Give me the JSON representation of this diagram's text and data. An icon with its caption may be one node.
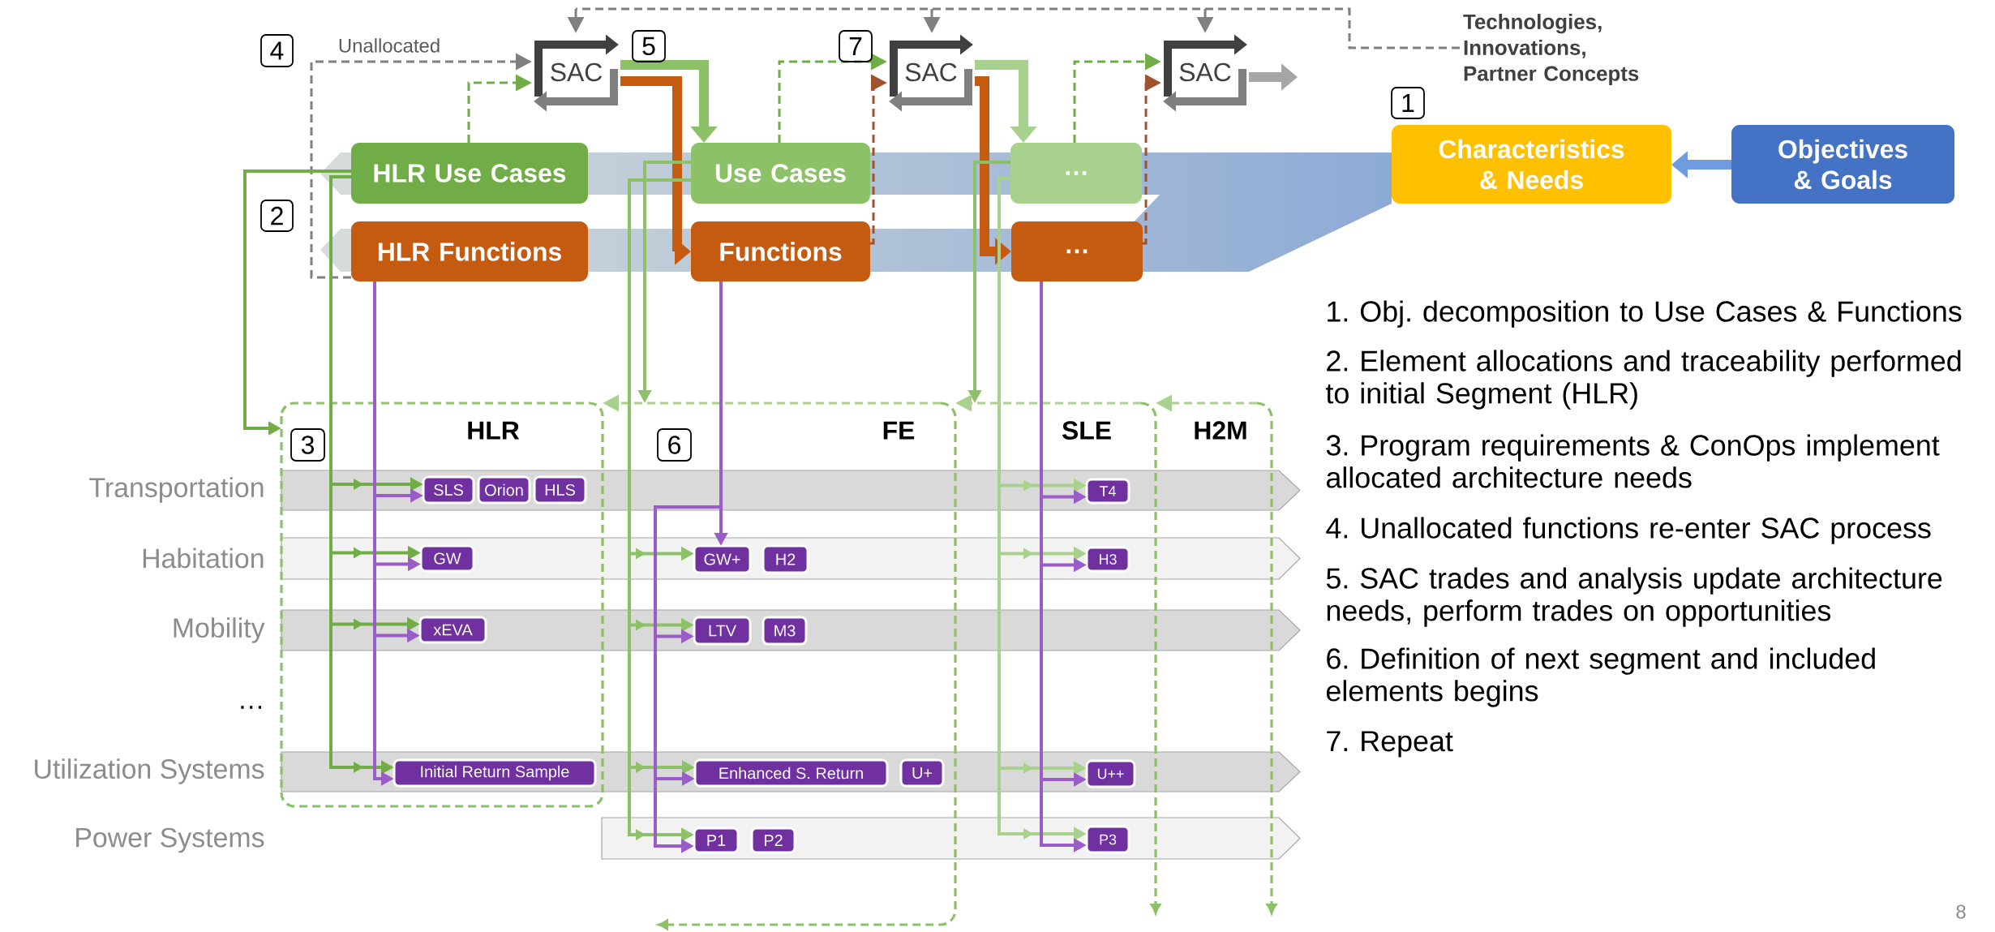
{
  "diagram": {
    "nodes": [
      {
        "text": [
          "HLR Use Cases"
        ]
      },
      {
        "text": [
          "HLR Functions"
        ]
      },
      {
        "text": [
          "Use Cases"
        ]
      },
      {
        "text": [
          "Functions"
        ]
      },
      {
        "text": [
          "…"
        ]
      },
      {
        "text": [
          "…"
        ]
      },
      {
        "text": [
          "Characteristics & Needs"
        ],
        "beside": [
          "1"
        ]
      },
      {
        "text": [
          "Objectives & Goals"
        ]
      },
      {
        "text": [
          "SAC"
        ]
      },
      {
        "text": [
          "SAC"
        ]
      },
      {
        "text": [
          "SAC"
        ]
      },
      {
        "text": [
          "Technologies, Innovations, Partner Concepts"
        ]
      },
      {
        "text": [
          "HLR"
        ]
      },
      {
        "text": [
          "FE"
        ]
      },
      {
        "text": [
          "SLE"
        ]
      },
      {
        "text": [
          "H2M"
        ]
      },
      {
        "text": [
          "SLS"
        ],
        "in": 12
      },
      {
        "text": [
          "Orion"
        ],
        "in": 12
      },
      {
        "text": [
          "HLS"
        ],
        "in": 12
      },
      {
        "text": [
          "GW"
        ],
        "in": 12
      },
      {
        "text": [
          "xEVA"
        ],
        "in": 12
      },
      {
        "text": [
          "Initial Return Sample"
        ],
        "in": 12
      },
      {
        "text": [
          "GW+"
        ],
        "in": 13
      },
      {
        "text": [
          "H2"
        ],
        "in": 13
      },
      {
        "text": [
          "LTV"
        ],
        "in": 13
      },
      {
        "text": [
          "M3"
        ],
        "in": 13
      },
      {
        "text": [
          "Enhanced S. Return"
        ],
        "in": 13
      },
      {
        "text": [
          "U+"
        ],
        "in": 13
      },
      {
        "text": [
          "P1"
        ],
        "in": 13
      },
      {
        "text": [
          "P2"
        ],
        "in": 13
      },
      {
        "text": [
          "T4"
        ],
        "in": 14
      },
      {
        "text": [
          "H3"
        ],
        "in": 14
      },
      {
        "text": [
          "U++"
        ],
        "in": 14
      },
      {
        "text": [
          "P3"
        ],
        "in": 14
      }
    ],
    "edges": [
      {
        "from": 7,
        "to": 6,
        "arrow": "to",
        "style": "thick",
        "color": "#6f9be0"
      },
      {
        "from": 11,
        "to": 8,
        "arrow": "to",
        "style": "dashed",
        "color": "#808080"
      },
      {
        "from": 11,
        "to": 9,
        "arrow": "to",
        "style": "dashed",
        "color": "#808080"
      },
      {
        "from": 11,
        "to": 10,
        "arrow": "to",
        "style": "dashed",
        "color": "#808080"
      },
      {
        "from": 1,
        "to": 8,
        "arrow": "to",
        "style": "dashed",
        "color": "#808080",
        "label": "Unallocated"
      },
      {
        "from": 0,
        "to": 8,
        "arrow": "to",
        "style": "dashed",
        "color": "#70ad47"
      },
      {
        "from": 2,
        "to": 9,
        "arrow": "to",
        "style": "dashed",
        "color": "#70ad47"
      },
      {
        "from": 3,
        "to": 9,
        "arrow": "to",
        "style": "dashed",
        "color": "#a0522d"
      },
      {
        "from": 4,
        "to": 10,
        "arrow": "to",
        "style": "dashed",
        "color": "#70ad47"
      },
      {
        "from": 5,
        "to": 10,
        "arrow": "to",
        "style": "dashed",
        "color": "#a0522d"
      },
      {
        "from": 8,
        "to": 2,
        "arrow": "to",
        "style": "thick",
        "color": "#8cc168"
      },
      {
        "from": 8,
        "to": 3,
        "arrow": "to",
        "style": "thick",
        "color": "#c55a11"
      },
      {
        "from": 9,
        "to": 4,
        "arrow": "to",
        "style": "thick",
        "color": "#a9d18e"
      },
      {
        "from": 9,
        "to": 5,
        "arrow": "to",
        "style": "thick",
        "color": "#c55a11"
      },
      {
        "from": 10,
        "to": null,
        "arrow": "to",
        "style": "thick",
        "color": "#a6a6a6"
      },
      {
        "from": 0,
        "to": 12,
        "arrow": "to",
        "color": "#70ad47"
      },
      {
        "from": 2,
        "to": 13,
        "arrow": "to",
        "color": "#8cc168"
      },
      {
        "from": 4,
        "to": 14,
        "arrow": "to",
        "color": "#8cc168"
      },
      {
        "from": 13,
        "to": 12,
        "arrow": "to",
        "style": "dashed",
        "color": "#a9d18e"
      },
      {
        "from": 14,
        "to": 13,
        "arrow": "to",
        "style": "dashed",
        "color": "#a9d18e"
      },
      {
        "from": 15,
        "to": 14,
        "arrow": "to",
        "style": "dashed",
        "color": "#a9d18e"
      },
      {
        "from": 0,
        "to": 16,
        "arrow": "to",
        "color": "#70ad47"
      },
      {
        "from": 0,
        "to": 19,
        "arrow": "to",
        "color": "#70ad47"
      },
      {
        "from": 0,
        "to": 20,
        "arrow": "to",
        "color": "#70ad47"
      },
      {
        "from": 0,
        "to": 21,
        "arrow": "to",
        "color": "#70ad47"
      },
      {
        "from": 1,
        "to": 16,
        "arrow": "to"
      },
      {
        "from": 1,
        "to": 19,
        "arrow": "to"
      },
      {
        "from": 1,
        "to": 20,
        "arrow": "to"
      },
      {
        "from": 1,
        "to": 21,
        "arrow": "to"
      },
      {
        "from": 2,
        "to": 22,
        "arrow": "to",
        "color": "#8cc168"
      },
      {
        "from": 2,
        "to": 24,
        "arrow": "to",
        "color": "#8cc168"
      },
      {
        "from": 2,
        "to": 26,
        "arrow": "to",
        "color": "#8cc168"
      },
      {
        "from": 2,
        "to": 28,
        "arrow": "to",
        "color": "#8cc168"
      },
      {
        "from": 3,
        "to": 22,
        "arrow": "to"
      },
      {
        "from": 3,
        "to": 24,
        "arrow": "to"
      },
      {
        "from": 3,
        "to": 26,
        "arrow": "to"
      },
      {
        "from": 3,
        "to": 28,
        "arrow": "to"
      },
      {
        "from": 4,
        "to": 30,
        "arrow": "to",
        "color": "#a9d18e"
      },
      {
        "from": 4,
        "to": 31,
        "arrow": "to",
        "color": "#a9d18e"
      },
      {
        "from": 4,
        "to": 32,
        "arrow": "to",
        "color": "#a9d18e"
      },
      {
        "from": 4,
        "to": 33,
        "arrow": "to",
        "color": "#a9d18e"
      },
      {
        "from": 5,
        "to": 30,
        "arrow": "to"
      },
      {
        "from": 5,
        "to": 31,
        "arrow": "to"
      },
      {
        "from": 5,
        "to": 32,
        "arrow": "to"
      },
      {
        "from": 5,
        "to": 33,
        "arrow": "to"
      }
    ],
    "labels": [
      "4",
      "5",
      "7",
      "2",
      "3",
      "6",
      "Transportation",
      "Habitation",
      "Mobility",
      "…",
      "Utilization Systems",
      "Power Systems",
      "1. Obj. decomposition to Use Cases & Functions",
      "2. Element allocations and traceability performed to initial Segment (HLR)",
      "3. Program requirements & ConOps implement allocated architecture needs",
      "4. Unallocated functions re-enter SAC process",
      "5. SAC trades and analysis update architecture needs, perform trades on opportunities",
      "6. Definition of next segment and included elements begins",
      "7. Repeat",
      "8"
    ]
  }
}
